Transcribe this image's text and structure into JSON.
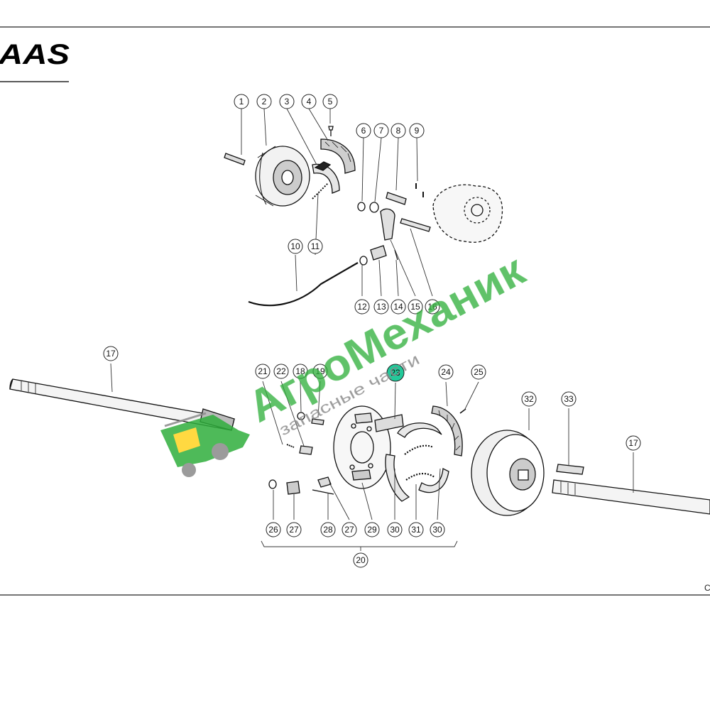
{
  "brand": {
    "text": "AAS"
  },
  "corner_label": "C",
  "highlight_color": "#22c99a",
  "watermark": {
    "title": "АгроМеханик",
    "subtitle": "запасные части",
    "color_green": "#2fae3b",
    "color_gray": "#8a8a8a",
    "color_accent": "#ffd21f",
    "logo_icon": "tractor-icon"
  },
  "callouts": [
    {
      "num": "1"
    },
    {
      "num": "2"
    },
    {
      "num": "3"
    },
    {
      "num": "4"
    },
    {
      "num": "5"
    },
    {
      "num": "6"
    },
    {
      "num": "7"
    },
    {
      "num": "8"
    },
    {
      "num": "9"
    },
    {
      "num": "10"
    },
    {
      "num": "11"
    },
    {
      "num": "12"
    },
    {
      "num": "13"
    },
    {
      "num": "14"
    },
    {
      "num": "15"
    },
    {
      "num": "16"
    },
    {
      "num": "17"
    },
    {
      "num": "21"
    },
    {
      "num": "22"
    },
    {
      "num": "18"
    },
    {
      "num": "19"
    },
    {
      "num": "23",
      "highlight": true
    },
    {
      "num": "24"
    },
    {
      "num": "25"
    },
    {
      "num": "32"
    },
    {
      "num": "33"
    },
    {
      "num": "17"
    },
    {
      "num": "26"
    },
    {
      "num": "27"
    },
    {
      "num": "28"
    },
    {
      "num": "27"
    },
    {
      "num": "29"
    },
    {
      "num": "30"
    },
    {
      "num": "31"
    },
    {
      "num": "30"
    },
    {
      "num": "20"
    }
  ]
}
